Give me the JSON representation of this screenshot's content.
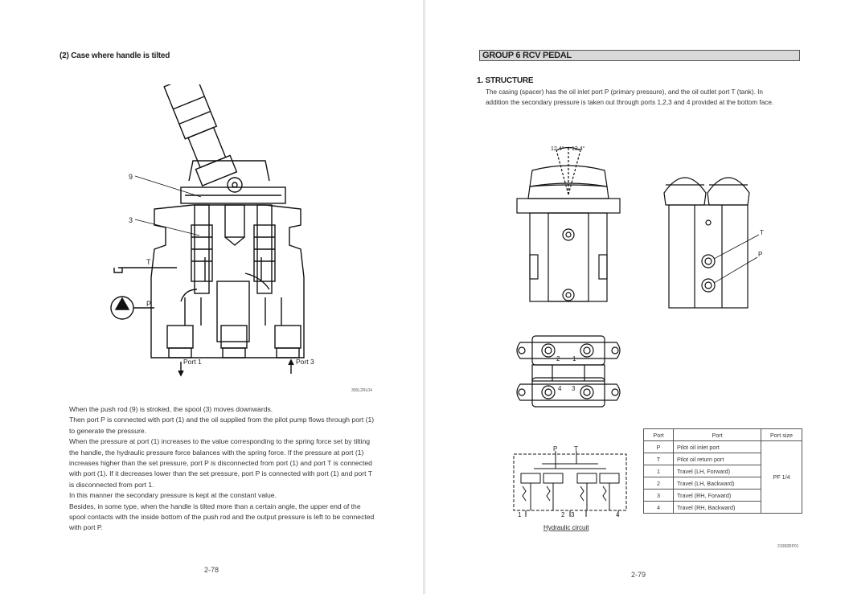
{
  "left_page": {
    "section_title": "(2) Case where handle is tilted",
    "figure_labels": {
      "part_9": "9",
      "part_3": "3",
      "tank": "T",
      "pressure": "P",
      "port_1": "Port 1",
      "port_3": "Port 3"
    },
    "figure_code": "300L2RL04",
    "paragraphs": [
      "When the push rod (9) is stroked, the spool (3) moves downwards.",
      "Then port P is connected with port (1) and the oil supplied from the pilot pump flows through port (1) to generate the pressure.",
      "When the pressure at port (1) increases to the value corresponding to the spring force set by tilting the handle, the hydraulic pressure force balances with the spring force.  If the pressure at port (1) increases higher than the set pressure, port P is disconnected from port (1) and port T is connected with port (1).  If it decreases lower than the set pressure, port P is connected with port (1) and port T is disconnected from port 1.",
      "In this manner the secondary pressure is kept at the constant value.",
      "Besides, in some type, when the handle is tilted more than a certain angle, the upper end of the spool contacts with the inside bottom of the push rod and the output pressure is left to be connected with port P."
    ],
    "page_number": "2-78"
  },
  "right_page": {
    "group_title": "GROUP  6  RCV PEDAL",
    "section_title": "1. STRUCTURE",
    "intro_line1": "The casing (spacer) has the oil inlet port P (primary pressure), and the oil outlet port T (tank).  In",
    "intro_line2": "addition the secondary pressure is taken out through ports 1,2,3 and 4 provided at the bottom face.",
    "figure_labels": {
      "angle_left": "12.4°",
      "angle_right": "12.4°",
      "side_T": "T",
      "side_P": "P",
      "bottom_2": "2",
      "bottom_1": "1",
      "bottom_4": "4",
      "bottom_3": "3"
    },
    "circuit": {
      "label_P": "P",
      "label_T": "T",
      "port_1": "1",
      "port_2": "2",
      "port_3": "3",
      "port_4": "4",
      "caption": "Hydraulic circuit"
    },
    "port_table": {
      "headers": [
        "Port",
        "Port",
        "Port size"
      ],
      "rows": [
        {
          "port": "P",
          "description": "Pilot oil inlet port"
        },
        {
          "port": "T",
          "description": "Pilot oil return port"
        },
        {
          "port": "1",
          "description": "Travel (LH, Forward)"
        },
        {
          "port": "2",
          "description": "Travel (LH, Backward)"
        },
        {
          "port": "3",
          "description": "Travel (RH, Forward)"
        },
        {
          "port": "4",
          "description": "Travel (RH, Backward)"
        }
      ],
      "port_size": "PF 1/4"
    },
    "figure_code": "21082RP01",
    "page_number": "2-79"
  }
}
